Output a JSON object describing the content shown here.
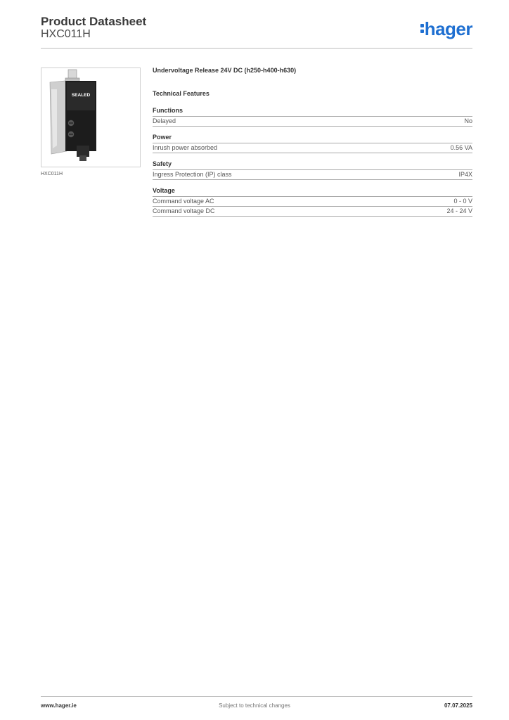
{
  "header": {
    "title": "Product Datasheet",
    "reference": "HXC011H",
    "logo_text": "hager"
  },
  "image": {
    "caption": "HXC011H",
    "label_text": "SEALED"
  },
  "product": {
    "name": "Undervoltage Release 24V DC (h250-h400-h630)",
    "features_title": "Technical Features"
  },
  "groups": [
    {
      "title": "Functions",
      "rows": [
        {
          "label": "Delayed",
          "value": "No"
        }
      ]
    },
    {
      "title": "Power",
      "rows": [
        {
          "label": "Inrush power absorbed",
          "value": "0.56 VA"
        }
      ]
    },
    {
      "title": "Safety",
      "rows": [
        {
          "label": "Ingress Protection (IP) class",
          "value": "IP4X"
        }
      ]
    },
    {
      "title": "Voltage",
      "rows": [
        {
          "label": "Command voltage AC",
          "value": "0 - 0 V"
        },
        {
          "label": "Command voltage DC",
          "value": "24 - 24 V"
        }
      ]
    }
  ],
  "footer": {
    "website": "www.hager.ie",
    "notice": "Subject to technical changes",
    "date": "07.07.2025"
  },
  "colors": {
    "brand": "#1e6fd1",
    "rule": "#a8a8a8"
  }
}
